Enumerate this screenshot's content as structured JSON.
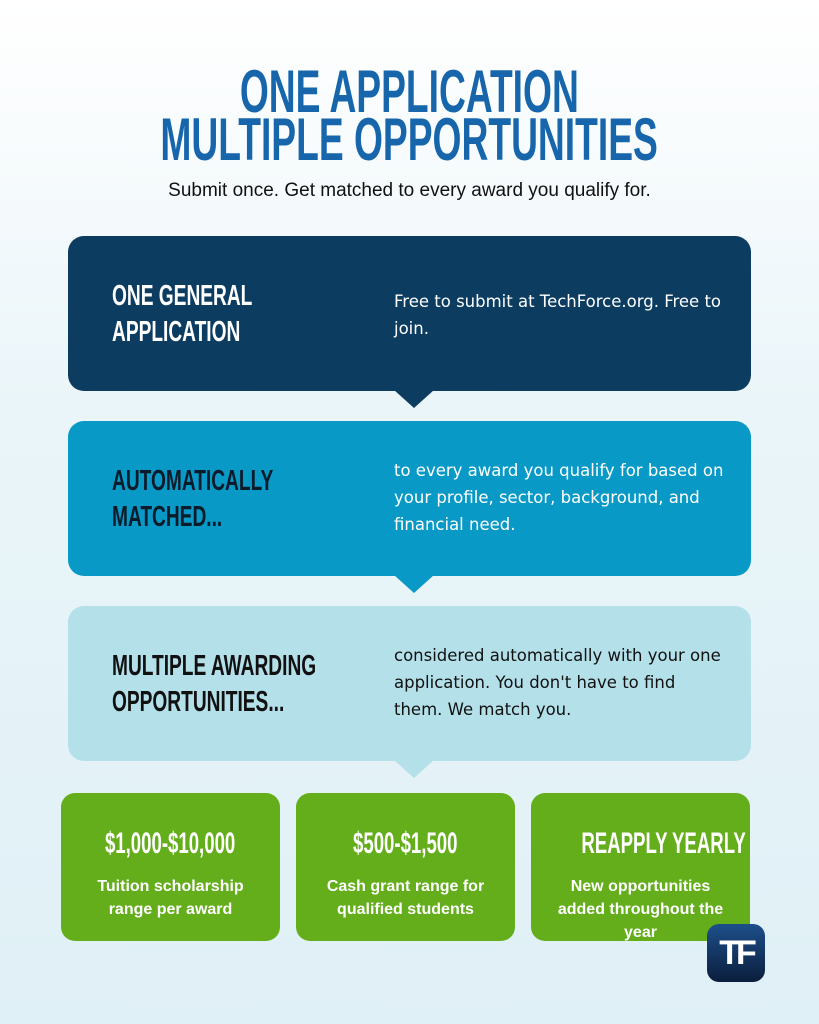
{
  "title": {
    "line1": "ONE APPLICATION",
    "line2": "MULTIPLE OPPORTUNITIES"
  },
  "subtitle": "Submit once. Get matched to every award you qualify for.",
  "steps": [
    {
      "heading_1": "ONE GENERAL",
      "heading_2": "APPLICATION",
      "text": "Free to submit at TechForce.org. Free to join."
    },
    {
      "heading_1": "AUTOMATICALLY",
      "heading_2": "MATCHED...",
      "text": "to every award you qualify for based on your profile, sector, background, and financial need."
    },
    {
      "heading_1": "MULTIPLE AWARDING",
      "heading_2": "OPPORTUNITIES...",
      "text": "considered automatically with your one application. You don't have to find them. We match you."
    }
  ],
  "cards": [
    {
      "heading": "$1,000-$10,000",
      "text": "Tuition scholarship range per award"
    },
    {
      "heading": "$500-$1,500",
      "text": "Cash grant range for qualified students"
    },
    {
      "heading": "REAPPLY YEARLY",
      "text": "New opportunities added throughout the year"
    }
  ],
  "logo": "TF",
  "colors": {
    "title": "#1766ac",
    "step1": "#0d3c61",
    "step2": "#0999c6",
    "step3": "#b4e0ea",
    "card": "#64ae1c"
  }
}
